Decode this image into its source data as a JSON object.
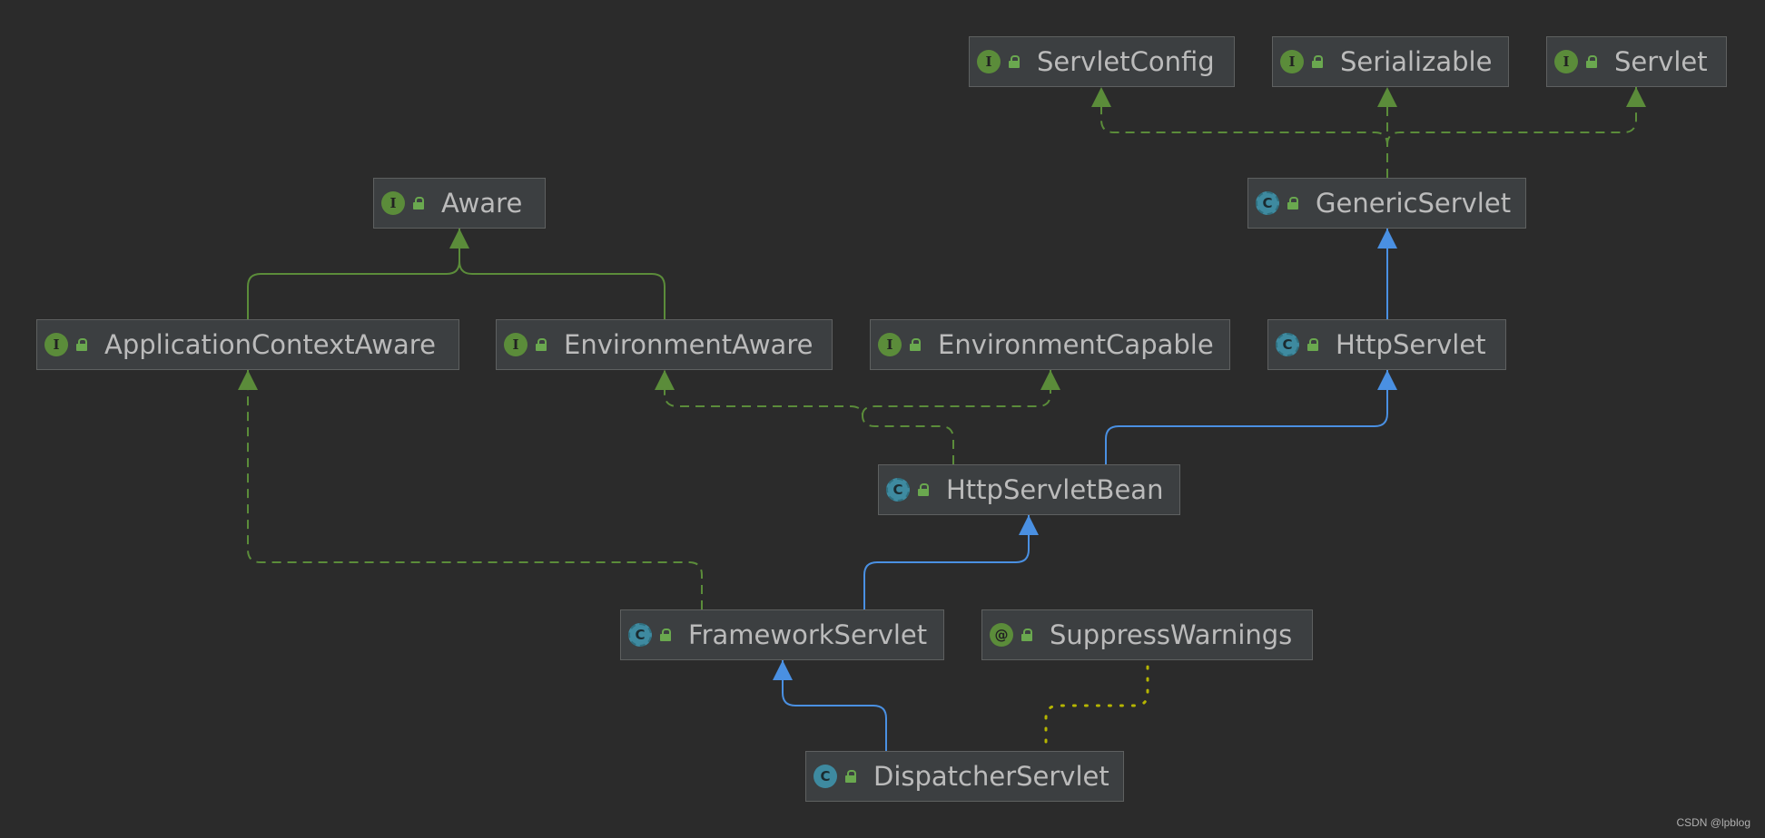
{
  "nodes": {
    "servlet_config": {
      "label": "ServletConfig",
      "kind": "interface",
      "kind_glyph": "I"
    },
    "serializable": {
      "label": "Serializable",
      "kind": "interface",
      "kind_glyph": "I"
    },
    "servlet": {
      "label": "Servlet",
      "kind": "interface",
      "kind_glyph": "I"
    },
    "aware": {
      "label": "Aware",
      "kind": "interface",
      "kind_glyph": "I"
    },
    "generic_servlet": {
      "label": "GenericServlet",
      "kind": "abstract-class",
      "kind_glyph": "C"
    },
    "application_context_aware": {
      "label": "ApplicationContextAware",
      "kind": "interface",
      "kind_glyph": "I"
    },
    "environment_aware": {
      "label": "EnvironmentAware",
      "kind": "interface",
      "kind_glyph": "I"
    },
    "environment_capable": {
      "label": "EnvironmentCapable",
      "kind": "interface",
      "kind_glyph": "I"
    },
    "http_servlet": {
      "label": "HttpServlet",
      "kind": "abstract-class",
      "kind_glyph": "C"
    },
    "http_servlet_bean": {
      "label": "HttpServletBean",
      "kind": "abstract-class",
      "kind_glyph": "C"
    },
    "framework_servlet": {
      "label": "FrameworkServlet",
      "kind": "abstract-class",
      "kind_glyph": "C"
    },
    "suppress_warnings": {
      "label": "SuppressWarnings",
      "kind": "annotation",
      "kind_glyph": "@"
    },
    "dispatcher_servlet": {
      "label": "DispatcherServlet",
      "kind": "class",
      "kind_glyph": "C"
    }
  },
  "edges": [
    {
      "from": "generic_servlet",
      "to": "servlet_config",
      "type": "implements"
    },
    {
      "from": "generic_servlet",
      "to": "serializable",
      "type": "implements"
    },
    {
      "from": "generic_servlet",
      "to": "servlet",
      "type": "implements"
    },
    {
      "from": "http_servlet",
      "to": "generic_servlet",
      "type": "extends"
    },
    {
      "from": "application_context_aware",
      "to": "aware",
      "type": "interface-extends"
    },
    {
      "from": "environment_aware",
      "to": "aware",
      "type": "interface-extends"
    },
    {
      "from": "http_servlet_bean",
      "to": "environment_aware",
      "type": "implements"
    },
    {
      "from": "http_servlet_bean",
      "to": "environment_capable",
      "type": "implements"
    },
    {
      "from": "http_servlet_bean",
      "to": "http_servlet",
      "type": "extends"
    },
    {
      "from": "framework_servlet",
      "to": "http_servlet_bean",
      "type": "extends"
    },
    {
      "from": "framework_servlet",
      "to": "application_context_aware",
      "type": "implements"
    },
    {
      "from": "dispatcher_servlet",
      "to": "framework_servlet",
      "type": "extends"
    },
    {
      "from": "dispatcher_servlet",
      "to": "suppress_warnings",
      "type": "annotated-with"
    }
  ],
  "colors": {
    "background": "#2b2b2b",
    "node_fill": "#3c3f41",
    "node_border": "#5e6060",
    "text": "#bbbbbb",
    "implements": "#5b8c3a",
    "extends": "#4a90e2",
    "annotation": "#b5b500"
  },
  "watermark": "CSDN @lpblog"
}
